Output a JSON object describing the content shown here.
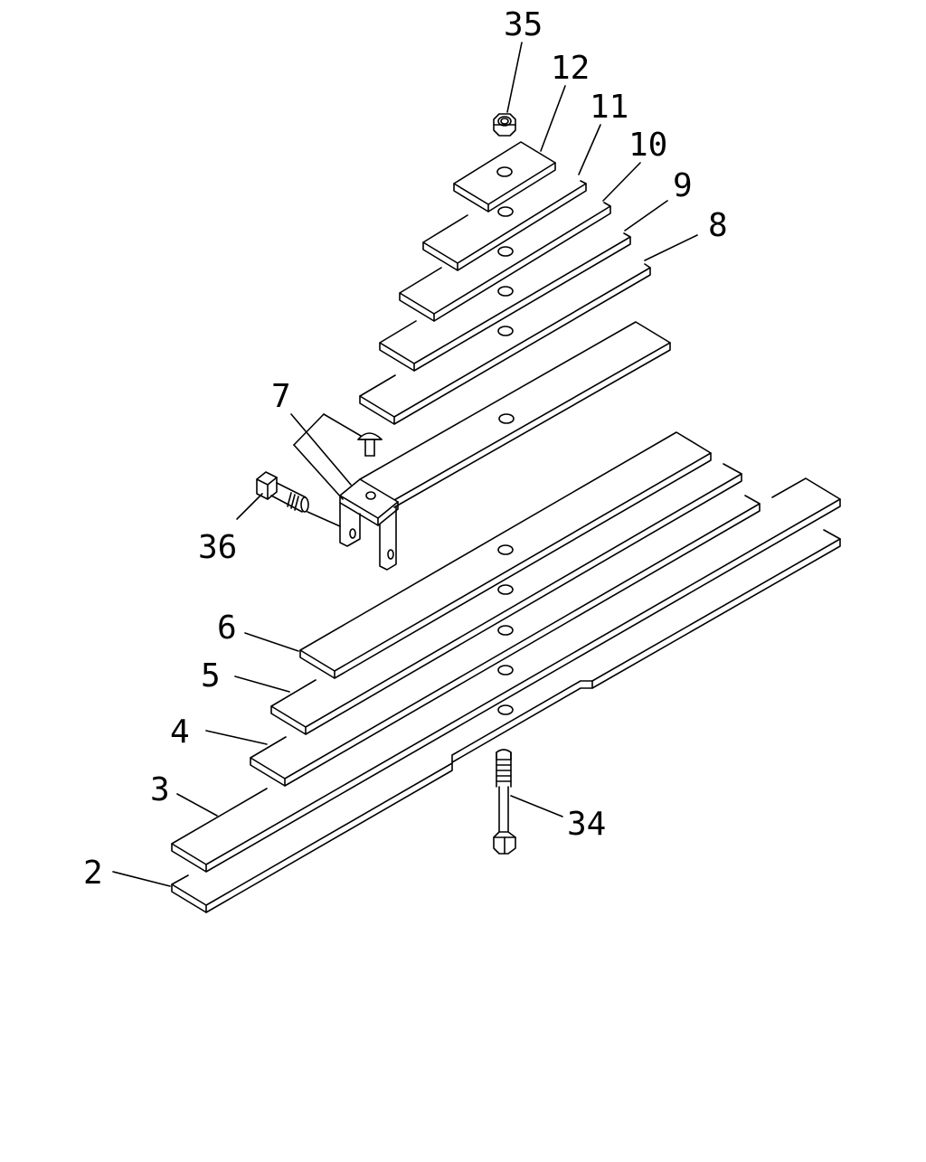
{
  "diagram": {
    "callouts": [
      {
        "id": "p35",
        "text": "35"
      },
      {
        "id": "p12",
        "text": "12"
      },
      {
        "id": "p11",
        "text": "11"
      },
      {
        "id": "p10",
        "text": "10"
      },
      {
        "id": "p9",
        "text": "9"
      },
      {
        "id": "p8",
        "text": "8"
      },
      {
        "id": "p7",
        "text": "7"
      },
      {
        "id": "p36",
        "text": "36"
      },
      {
        "id": "p6",
        "text": "6"
      },
      {
        "id": "p5",
        "text": "5"
      },
      {
        "id": "p4",
        "text": "4"
      },
      {
        "id": "p3",
        "text": "3"
      },
      {
        "id": "p2",
        "text": "2"
      },
      {
        "id": "p34",
        "text": "34"
      }
    ],
    "stroke_color": "#000000",
    "background_color": "#ffffff"
  }
}
